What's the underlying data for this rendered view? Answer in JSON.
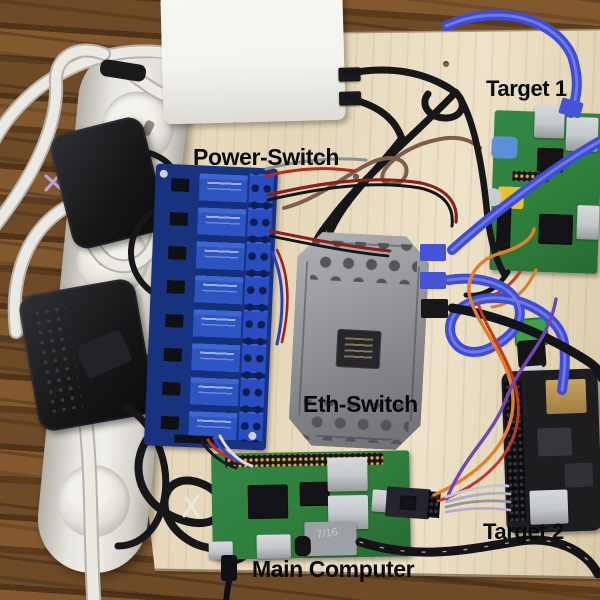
{
  "meta": {
    "description": "Photograph of an automated test rig: a plywood board on a wooden table holding a relay power switch, an Ethernet switch, two target boards and a main computer, powered from a white power strip with two black wall adapters and a white power-supply box."
  },
  "labels": {
    "power_switch": "Power-Switch",
    "target1": "Target 1",
    "eth_switch": "Eth-Switch",
    "target2": "Target 2",
    "main_computer": "Main Computer"
  },
  "annotations": {
    "main_computer_port_marking": "7/16"
  },
  "colors": {
    "wood_dark": "#5a3b1d",
    "wood_mid": "#6e4a26",
    "wood_light": "#82582f",
    "board_light": "#ecdfc6",
    "board_mid": "#e6d7b9",
    "board_dark": "#d9c9a6",
    "strip_white": "#e7e5e0",
    "adapter_black": "#151517",
    "box_white": "#f4f3f0",
    "relay_pcb": "#17337f",
    "relay_block": "#2d54c0",
    "relay_terminal": "#2a4ec2",
    "switch_gray_1": "#b0b2b6",
    "switch_gray_2": "#6e7075",
    "pi_green": "#2f7e3c",
    "pcb_dark": "#1d1d20",
    "port_silver": "#c3c6ca",
    "eth_blue": "#3f4cd4",
    "cable_black": "#17171a",
    "wire_orange": "#e0812a",
    "wire_red": "#c03028",
    "wire_purple": "#6d48b0",
    "jumper_gray": "#aab0bf",
    "gold_port": "#c8a25e",
    "rca_yellow": "#e6c229",
    "jack_blue": "#5b8fd8",
    "terminal_green": "#3da04a",
    "label_black": "#0a0a0a"
  }
}
